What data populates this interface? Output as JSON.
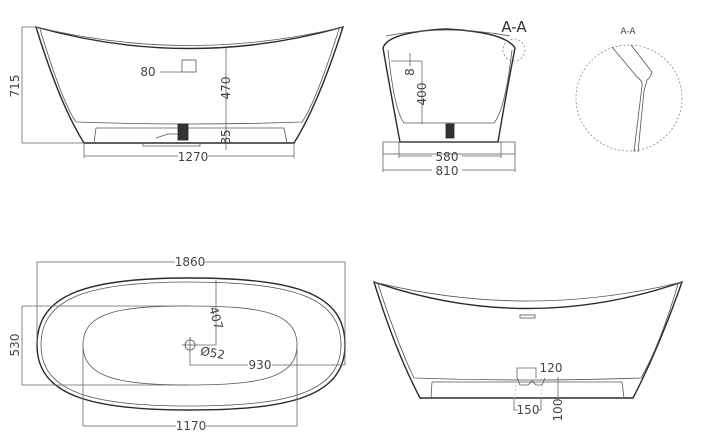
{
  "drawing": {
    "type": "freestanding-bathtub-technical-drawing",
    "views": {
      "side_view": {
        "dimensions": {
          "overall_height": "715",
          "overflow_width": "80",
          "overflow_height": "470",
          "base_height": "85",
          "base_length": "1270"
        }
      },
      "end_view": {
        "section_marker": "A-A",
        "dimensions": {
          "rim_offset": "8",
          "inner_depth": "400",
          "base_width": "580",
          "overall_width": "810"
        }
      },
      "detail_view": {
        "title": "A-A"
      },
      "top_view": {
        "dimensions": {
          "overall_length": "1860",
          "inner_width": "530",
          "drain_offset_y": "407",
          "drain_diameter": "Ø52",
          "drain_offset_x": "930",
          "inner_length": "1170"
        }
      },
      "rear_view": {
        "dimensions": {
          "drain_recess_width": "120",
          "drain_cutout_width": "150",
          "drain_recess_height": "100"
        }
      }
    },
    "colors": {
      "line": "#2a2a2a",
      "dimension": "#666666",
      "background": "#ffffff"
    }
  }
}
